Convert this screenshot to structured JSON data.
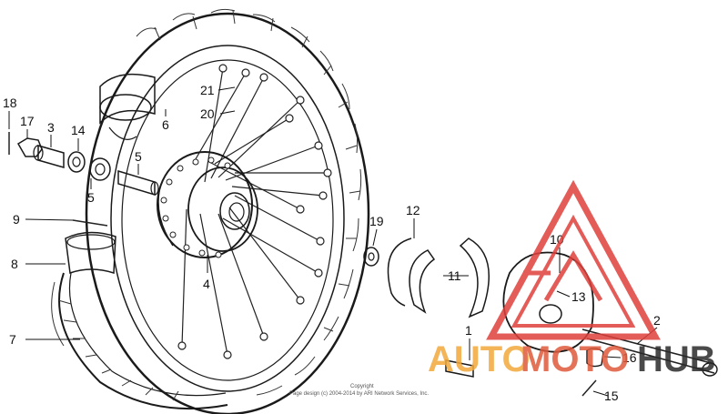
{
  "diagram": {
    "part_labels": {
      "p1": "1",
      "p2": "2",
      "p3": "3",
      "p4": "4",
      "p5a": "5",
      "p5b": "5",
      "p6": "6",
      "p7": "7",
      "p8": "8",
      "p9": "9",
      "p10": "10",
      "p11": "11",
      "p12": "12",
      "p13": "13",
      "p14": "14",
      "p15": "15",
      "p16": "16",
      "p17": "17",
      "p18": "18",
      "p19": "19",
      "p20": "20",
      "p21": "21"
    },
    "copyright": {
      "line1": "Copyright",
      "line2": "Page design (c) 2004-2014 by ARI Network Services, Inc."
    }
  },
  "watermark": {
    "brand_part1": "AUTO",
    "brand_part2": "MOTO",
    "brand_part3": "HUB",
    "colors": {
      "triangle": "#e0403c",
      "auto": "#f2a93b",
      "moto": "#e05a3c",
      "hub": "#2b2b2b"
    }
  }
}
